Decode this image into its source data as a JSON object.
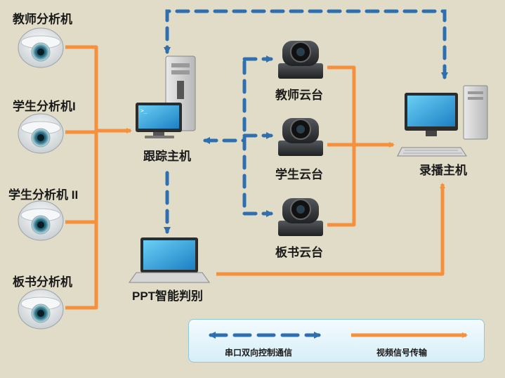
{
  "nodes": {
    "teacher_analyzer": "教师分析机",
    "student_analyzer_1": "学生分析机I",
    "student_analyzer_2": "学生分析机 II",
    "board_analyzer": "板书分析机",
    "tracking_host": "跟踪主机",
    "teacher_ptz": "教师云台",
    "student_ptz": "学生云台",
    "board_ptz": "板书云台",
    "recording_host": "录播主机",
    "ppt_judge": "PPT智能判别"
  },
  "legend": {
    "serial_control": "串口双向控制通信",
    "video_transfer": "视频信号传输"
  },
  "colors": {
    "background": "#e1dcc8",
    "control_line": "#2e6fb0",
    "video_line": "#f5903c"
  }
}
